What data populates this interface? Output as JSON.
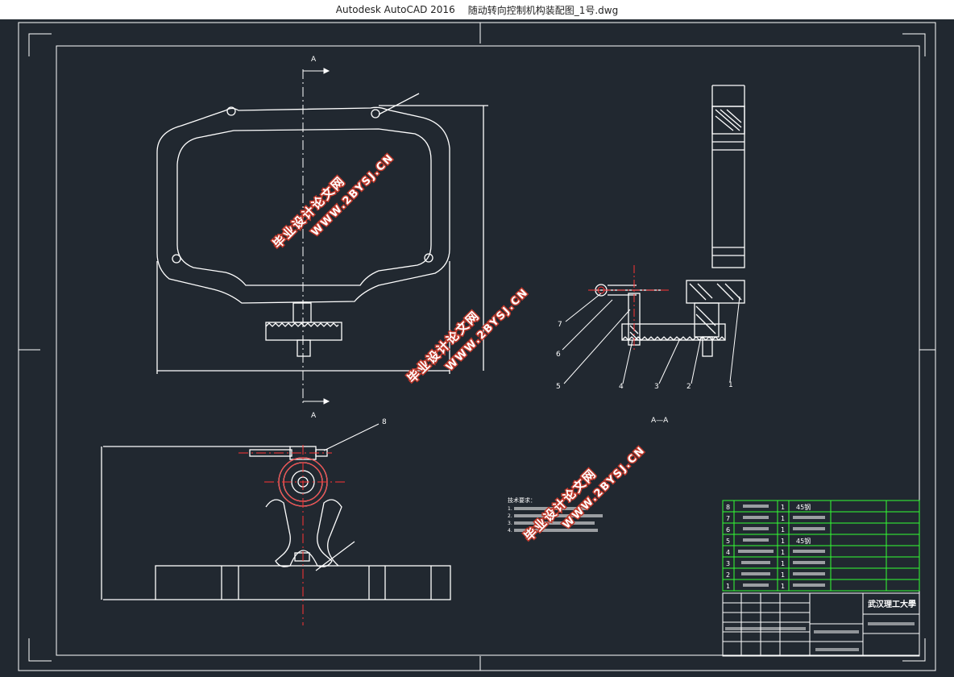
{
  "window": {
    "app_title": "Autodesk AutoCAD 2016",
    "file_title": "随动转向控制机构装配图_1号.dwg"
  },
  "drawing": {
    "section_mark": "A",
    "section_label": "A—A",
    "part_labels": [
      "1",
      "2",
      "3",
      "4",
      "5",
      "6",
      "7",
      "8"
    ],
    "tech_req_title": "技术要求：",
    "tech_req_lines": [
      "1.",
      "2.",
      "3.",
      "4."
    ]
  },
  "watermarks": [
    {
      "line1": "毕业设计论文网",
      "line2": "WWW.2BYSJ.CN"
    },
    {
      "line1": "毕业设计论文网",
      "line2": "WWW.2BYSJ.CN"
    },
    {
      "line1": "毕业设计论文网",
      "line2": "WWW.2BYSJ.CN"
    }
  ],
  "bom": {
    "rows": [
      {
        "no": "8",
        "qty": "1",
        "material": "45钢"
      },
      {
        "no": "7",
        "qty": "1",
        "material": ""
      },
      {
        "no": "6",
        "qty": "1",
        "material": ""
      },
      {
        "no": "5",
        "qty": "1",
        "material": "45钢"
      },
      {
        "no": "4",
        "qty": "1",
        "material": ""
      },
      {
        "no": "3",
        "qty": "1",
        "material": ""
      },
      {
        "no": "2",
        "qty": "1",
        "material": ""
      },
      {
        "no": "1",
        "qty": "1",
        "material": ""
      }
    ]
  },
  "title_block": {
    "school": "武汉理工大學"
  },
  "colors": {
    "background": "#212830",
    "line": "#ffffff",
    "center": "#ff3333",
    "table": "#33ff33"
  }
}
